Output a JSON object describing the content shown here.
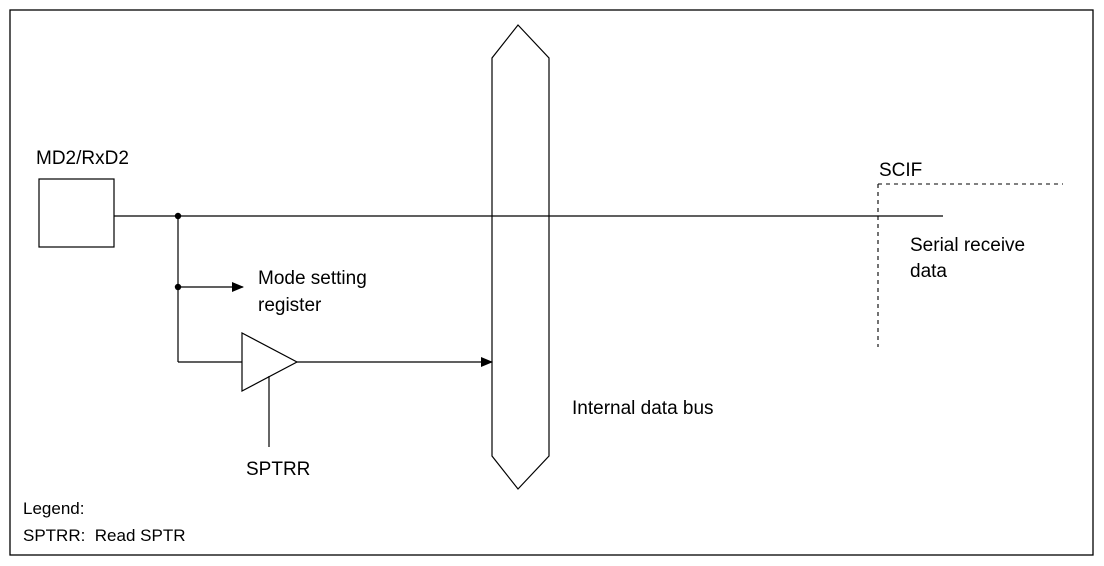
{
  "labels": {
    "pin": "MD2/RxD2",
    "scif": "SCIF",
    "serial_receive_line1": "Serial receive",
    "serial_receive_line2": "data",
    "mode_line1": "Mode setting",
    "mode_line2": "register",
    "internal_bus": "Internal data bus",
    "sptrr": "SPTRR"
  },
  "legend": {
    "title": "Legend:",
    "entry": "SPTRR:  Read SPTR"
  }
}
